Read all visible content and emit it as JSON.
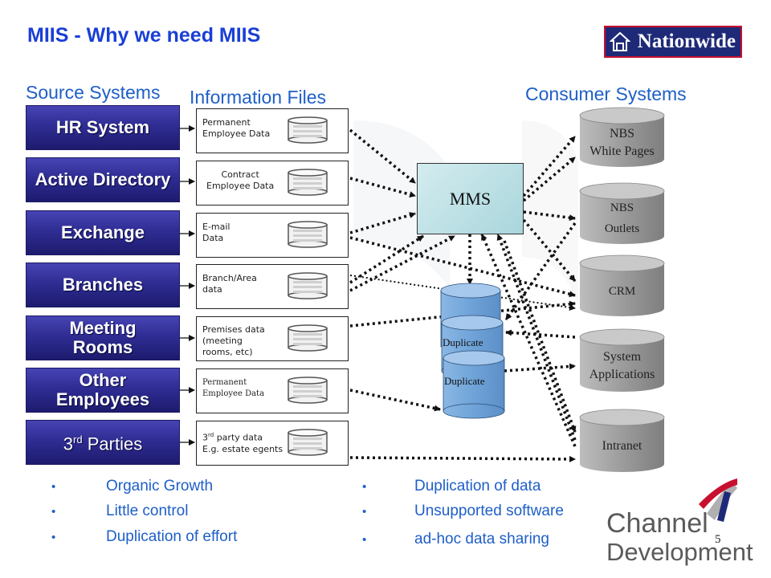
{
  "title": "MIIS - Why we need MIIS",
  "sections": {
    "source": "Source Systems",
    "info": "Information Files",
    "consumer": "Consumer Systems"
  },
  "logo": {
    "text": "Nationwide"
  },
  "source_systems": [
    {
      "label": "HR System"
    },
    {
      "label": "Active Directory"
    },
    {
      "label": "Exchange"
    },
    {
      "label": "Branches"
    },
    {
      "label_lines": [
        "Meeting",
        "Rooms"
      ]
    },
    {
      "label_lines": [
        "Other",
        "Employees"
      ]
    },
    {
      "label_base": "3",
      "label_sup": "rd",
      "label_rest": " Parties"
    }
  ],
  "information_files": [
    {
      "lines": [
        "Permanent",
        "Employee Data"
      ]
    },
    {
      "lines": [
        "Contract",
        "Employee Data"
      ]
    },
    {
      "lines": [
        "E-mail",
        "Data"
      ]
    },
    {
      "lines": [
        "Branch/Area",
        "data"
      ]
    },
    {
      "lines": [
        "Premises data",
        "(meeting",
        "rooms, etc)"
      ]
    },
    {
      "lines": [
        "Permanent",
        "Employee Data"
      ]
    },
    {
      "line1_base": "3",
      "line1_sup": "rd",
      "line1_rest": " party  data",
      "line2": "E.g. estate egents"
    }
  ],
  "hub": {
    "label": "MMS"
  },
  "duplicates": [
    {
      "label": "Duplicate"
    },
    {
      "label": "Duplicate"
    }
  ],
  "consumer_systems": [
    {
      "lines": [
        "NBS",
        "White Pages"
      ]
    },
    {
      "lines": [
        "NBS",
        "Outlets"
      ]
    },
    {
      "lines": [
        "CRM"
      ]
    },
    {
      "lines": [
        "System",
        "Applications"
      ]
    },
    {
      "lines": [
        "Intranet"
      ]
    }
  ],
  "bullets_left": [
    "Organic Growth",
    "Little control",
    "Duplication of effort"
  ],
  "bullets_right": [
    "Duplication of data",
    "Unsupported software",
    "ad-hoc data sharing"
  ],
  "bullet_marker": "•",
  "footer": {
    "brand_line1": "Channel",
    "brand_line2": "Development",
    "page": "5"
  },
  "colors": {
    "accent": "#1e5fc8",
    "title": "#1a3fd6",
    "source_box": "#2f2d93",
    "hub": "#b5dbe0",
    "duplicate": "#6fa3d8",
    "consumer_cyl": "#9a9a9a",
    "logo_red": "#c8102e"
  }
}
